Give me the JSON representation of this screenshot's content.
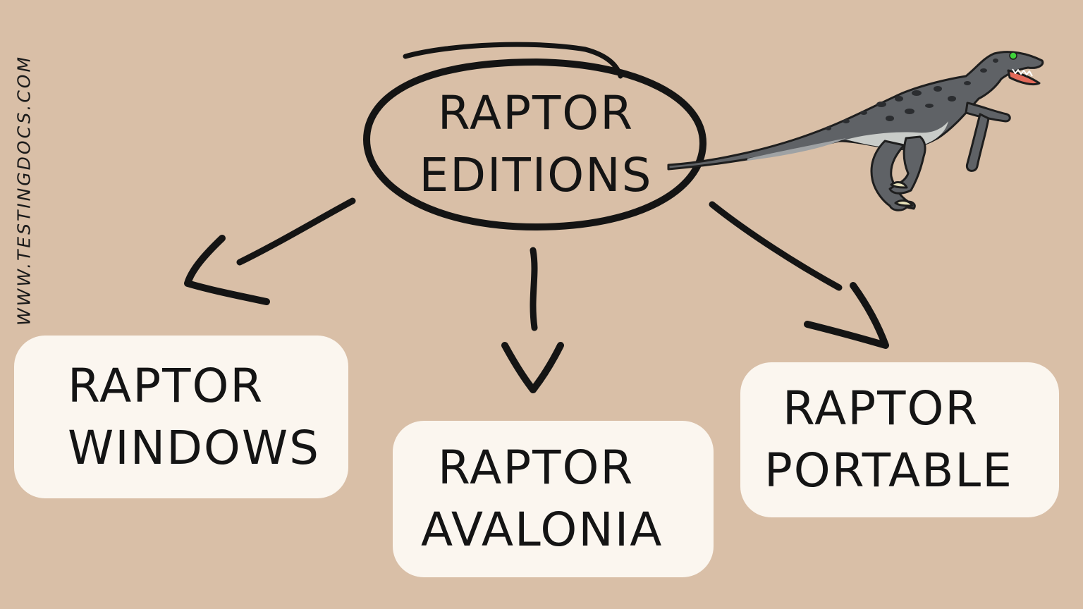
{
  "watermark": "WWW.TESTINGDOCS.COM",
  "central": {
    "line1": "RAPTOR",
    "line2": "EDITIONS"
  },
  "nodes": [
    {
      "line1": "RAPTOR",
      "line2": "WINDOWS"
    },
    {
      "line1": "RAPTOR",
      "line2": "AVALONIA"
    },
    {
      "line1": "RAPTOR",
      "line2": "PORTABLE"
    }
  ],
  "colors": {
    "background": "#d9bfa7",
    "node_fill": "#fbf6ef",
    "ink": "#141414",
    "raptor_body": "#5c5f63",
    "raptor_eye": "#3fd23a"
  },
  "illustration": "raptor-dinosaur"
}
